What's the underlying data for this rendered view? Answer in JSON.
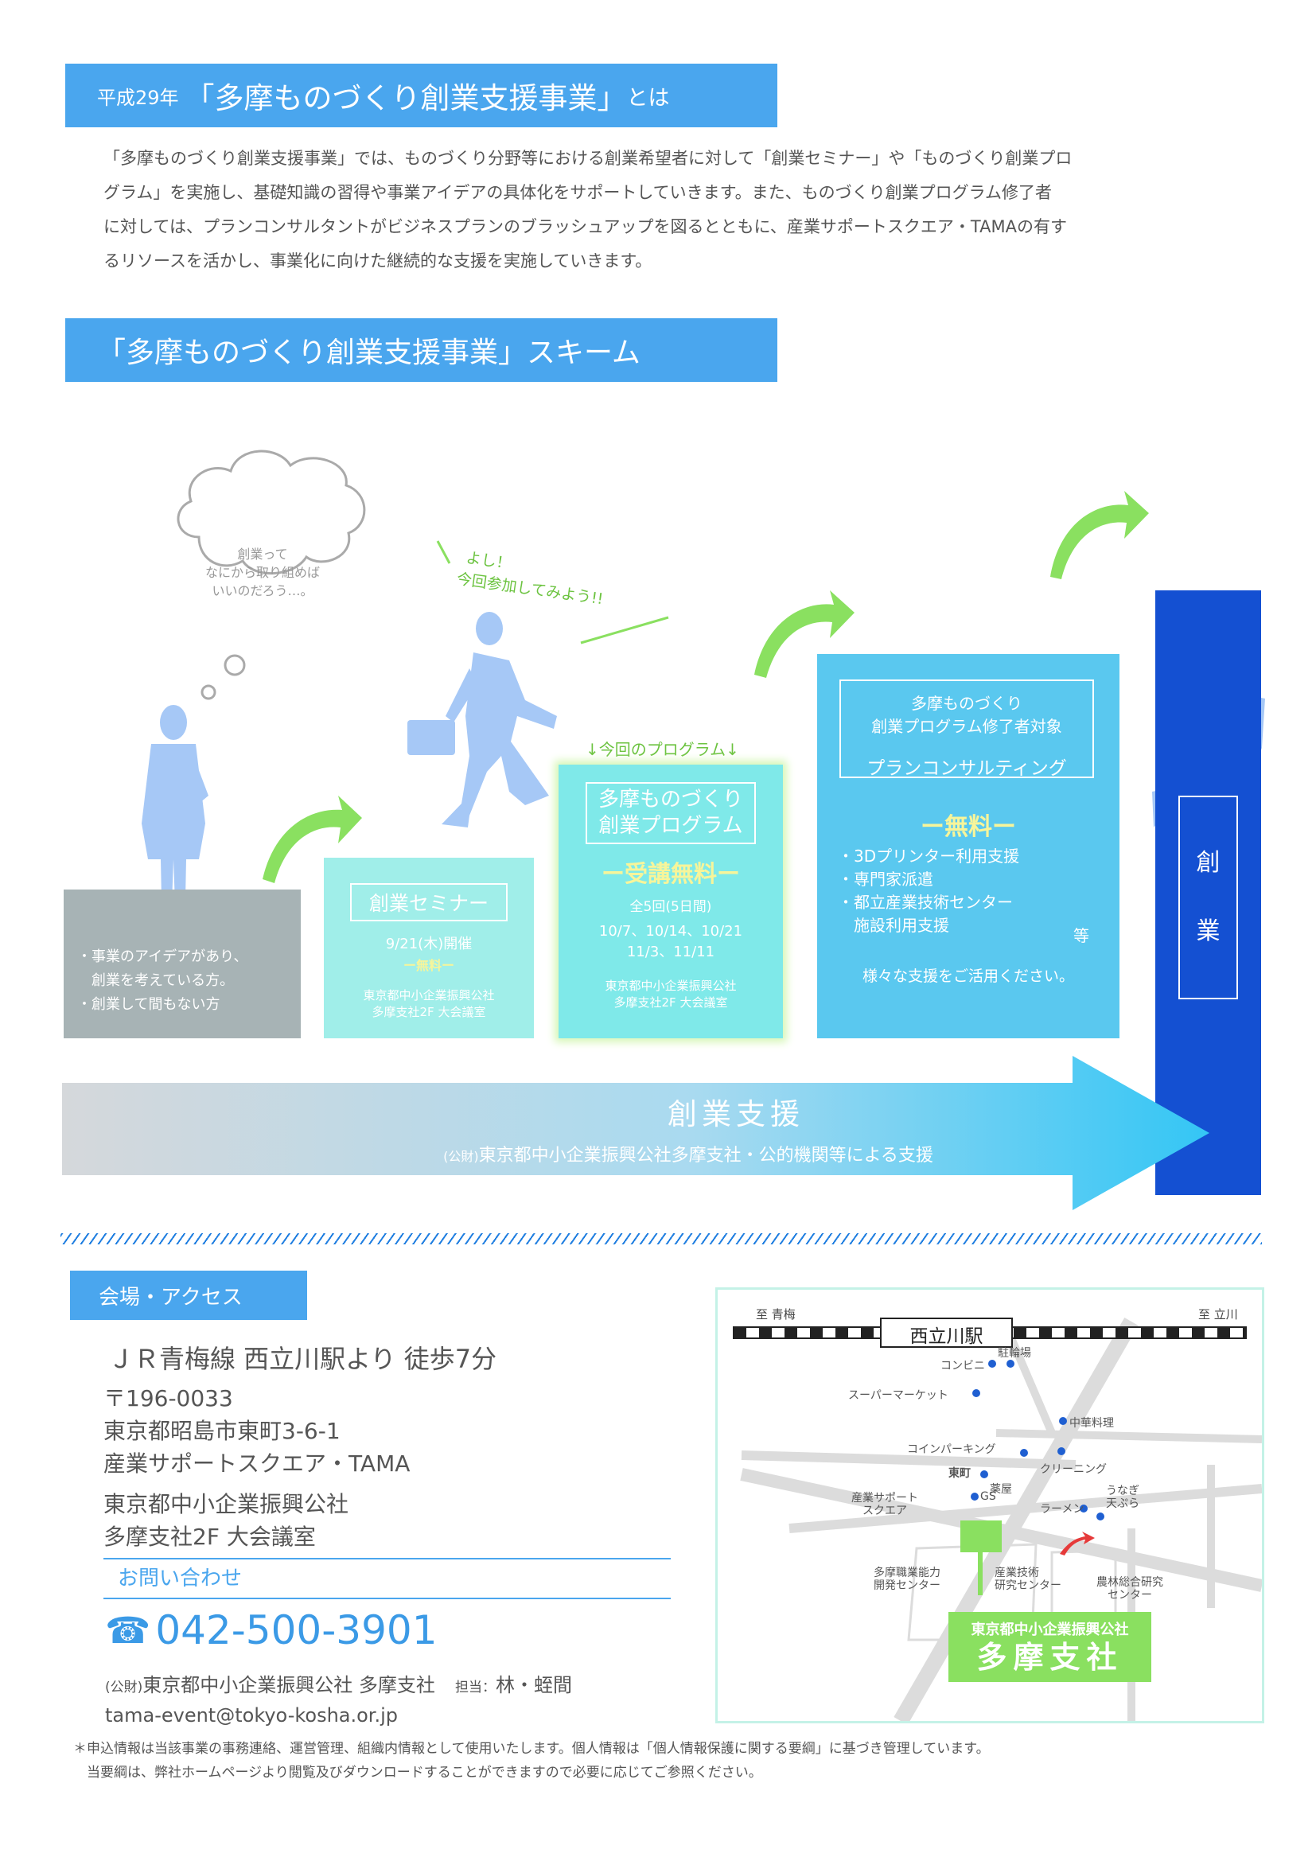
{
  "section1": {
    "prefix": "平成29年",
    "title": "「多摩ものづくり創業支援事業」",
    "suffix": "とは",
    "body": [
      "「多摩ものづくり創業支援事業」では、ものづくり分野等における創業希望者に対して「創業セミナー」や「ものづくり創業プロ",
      "グラム」を実施し、基礎知識の習得や事業アイデアの具体化をサポートしていきます。また、ものづくり創業プログラム修了者",
      "に対しては、プランコンサルタントがビジネスプランのブラッシュアップを図るとともに、産業サポートスクエア・TAMAの有す",
      "るリソースを活かし、事業化に向けた継続的な支援を実施していきます。"
    ]
  },
  "section2": {
    "title": "「多摩ものづくり創業支援事業」スキーム"
  },
  "scheme": {
    "thought": [
      "創業って",
      "なにから取り組めば",
      "いいのだろう…。"
    ],
    "shout": [
      "よし！",
      "今回参加してみよう!!"
    ],
    "step0": [
      "・事業のアイデアがあり、",
      "　創業を考えている方。",
      "・創業して間もない方"
    ],
    "step1": {
      "title": "創業セミナー",
      "date": "9/21(木)開催",
      "free": "ー無料ー",
      "venue": [
        "東京都中小企業振興公社",
        "多摩支社2F 大会議室"
      ]
    },
    "step2": {
      "caption": "↓今回のプログラム↓",
      "title": [
        "多摩ものづくり",
        "創業プログラム"
      ],
      "free": "ー受講無料ー",
      "count": "全5回(5日間)",
      "dates": [
        "10/7、10/14、10/21",
        "11/3、11/11"
      ],
      "venue": [
        "東京都中小企業振興公社",
        "多摩支社2F 大会議室"
      ]
    },
    "step3": {
      "target": [
        "多摩ものづくり",
        "創業プログラム修了者対象"
      ],
      "service": "プランコンサルティング",
      "free": "ー無料ー",
      "items": [
        "・3Dプリンター利用支援",
        "・専門家派遣",
        "・都立産業技術センター",
        "　施設利用支援"
      ],
      "etc": "等",
      "note": "様々な支援をご活用ください。"
    },
    "goal": [
      "創",
      "業"
    ],
    "arrow_title": "創業支援",
    "arrow_sub_prefix": "(公財)",
    "arrow_sub": "東京都中小企業振興公社多摩支社・公的機関等による支援"
  },
  "access": {
    "title": "会場・アクセス",
    "route": "ＪＲ青梅線 西立川駅より 徒歩7分",
    "address": [
      "〒196-0033",
      "東京都昭島市東町3-6-1",
      "産業サポートスクエア・TAMA",
      "東京都中小企業振興公社",
      "多摩支社2F 大会議室"
    ],
    "inquiry_title": "お問い合わせ",
    "phone": "042-500-3901",
    "org_prefix": "(公財)",
    "org": "東京都中小企業振興公社 多摩支社",
    "contact_prefix": "担当：",
    "contact": "林・蛭間",
    "email": "tama-event@tokyo-kosha.or.jp"
  },
  "map": {
    "to_left": "至 青梅",
    "to_right": "至 立川",
    "station": "西立川駅",
    "labels": {
      "conbini": "コンビニ",
      "parking": "駐輪場",
      "supermarket": "スーパーマーケット",
      "chinese": "中華料理",
      "coinparking": "コインパーキング",
      "higashicho": "東町",
      "cleaning": "クリーニング",
      "pharmacy": "薬屋",
      "gs": "GS",
      "square": [
        "産業サポート",
        "スクエア"
      ],
      "ramen": "ラーメン",
      "unagi": [
        "うなぎ",
        "天ぷら"
      ],
      "poly": [
        "多摩職業能力",
        "開発センター"
      ],
      "tech": [
        "産業技術",
        "研究センター"
      ],
      "agri": [
        "農林総合研究",
        "センター"
      ]
    },
    "badge": [
      "東京都中小企業振興公社",
      "多摩支社"
    ]
  },
  "footer": [
    "＊申込情報は当該事業の事務連絡、運営管理、組織内情報として使用いたします。個人情報は「個人情報保護に関する要綱」に基づき管理しています。",
    "　当要綱は、弊社ホームページより閲覧及びダウンロードすることができますので必要に応じてご参照ください。"
  ],
  "colors": {
    "header": "#4aa6ee",
    "step": "#5ac8ef",
    "goal": "#1450d2",
    "green": "#8ae060"
  }
}
